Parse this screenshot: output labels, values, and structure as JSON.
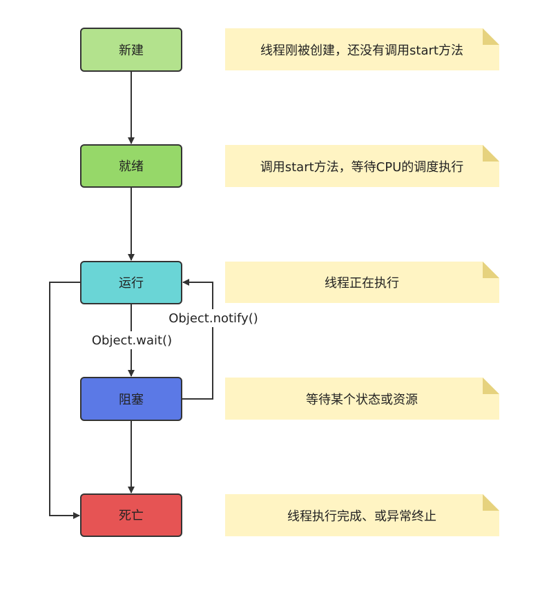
{
  "diagram": {
    "states": {
      "new": {
        "label": "新建",
        "color": "#b3e28d"
      },
      "ready": {
        "label": "就绪",
        "color": "#96d869"
      },
      "running": {
        "label": "运行",
        "color": "#6ad5d6"
      },
      "blocked": {
        "label": "阻塞",
        "color": "#5b79e6"
      },
      "dead": {
        "label": "死亡",
        "color": "#e65454"
      }
    },
    "notes": {
      "new": "线程刚被创建，还没有调用start方法",
      "ready": "调用start方法，等待CPU的调度执行",
      "running": "线程正在执行",
      "blocked": "等待某个状态或资源",
      "dead": "线程执行完成、或异常终止"
    },
    "edge_labels": {
      "wait": "Object.wait()",
      "notify": "Object.notify()"
    },
    "colors": {
      "note_fill": "#fff4c3",
      "note_fold": "#e6d27e",
      "stroke": "#333333"
    }
  }
}
